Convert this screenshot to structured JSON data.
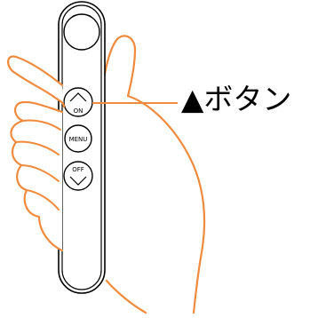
{
  "diagram": {
    "callout_label": "▲ボタン",
    "buttons": {
      "up_label": "ON",
      "menu_label": "MENU",
      "down_label": "OFF"
    },
    "colors": {
      "hand_outline": "#f08a3c",
      "device_outline": "#000000",
      "leader_line": "#f08a3c"
    }
  }
}
